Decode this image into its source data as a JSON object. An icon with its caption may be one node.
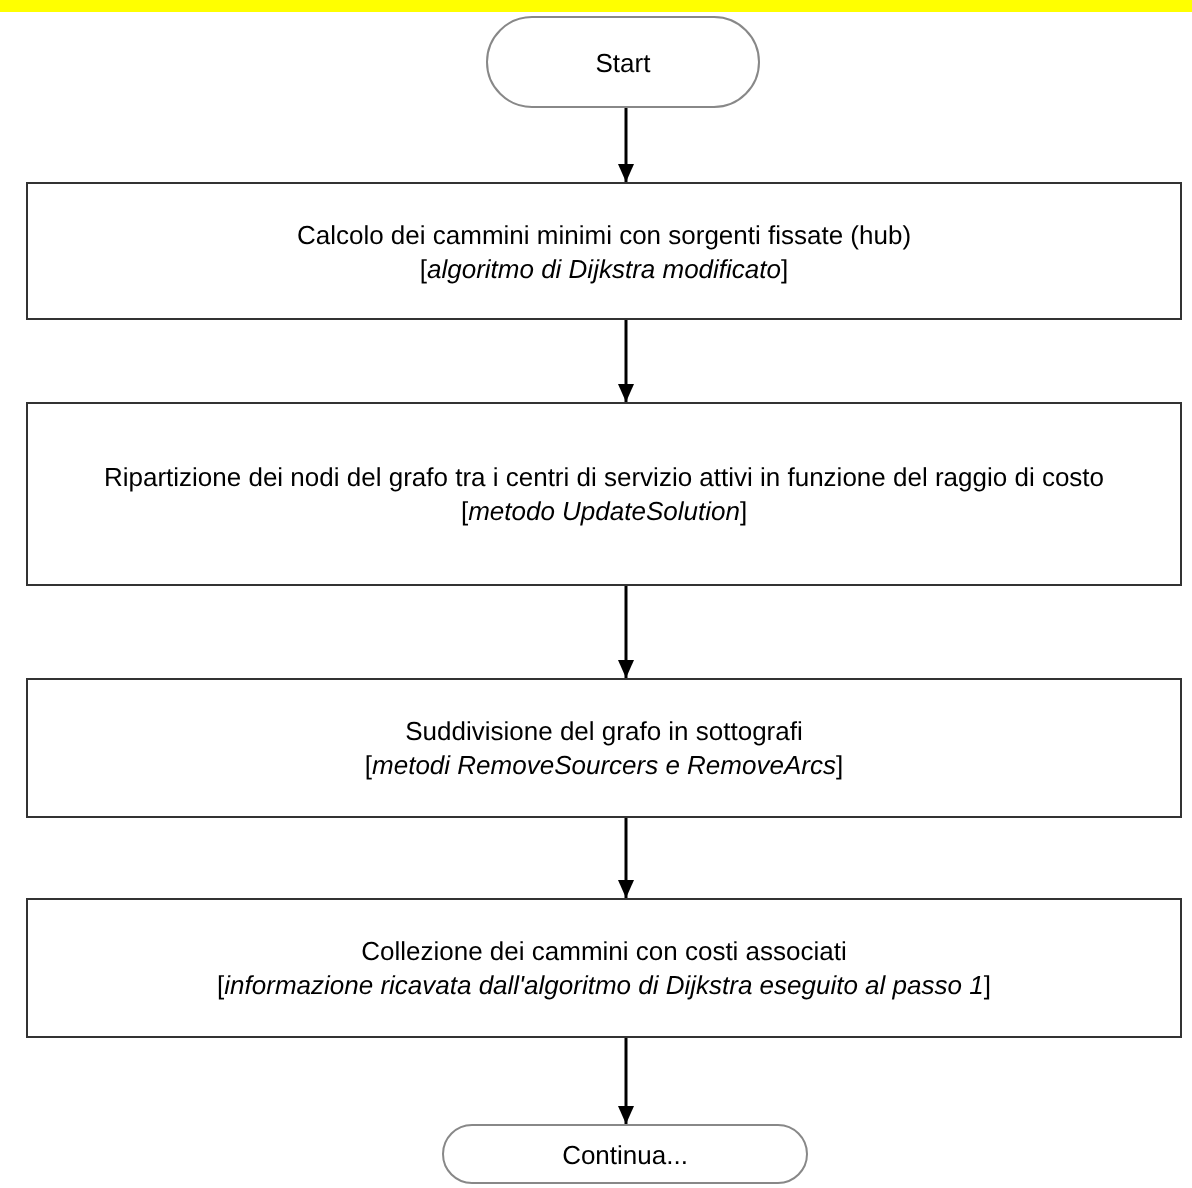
{
  "diagram": {
    "nodes": [
      {
        "text": [
          "Start"
        ]
      },
      {
        "text": [
          "Calcolo dei cammini minimi con sorgenti fissate (hub)",
          "[*algoritmo di Dijkstra modificato*]"
        ]
      },
      {
        "text": [
          "Ripartizione dei nodi del grafo tra i centri di servizio attivi in funzione del raggio di costo",
          "[*metodo UpdateSolution*]"
        ]
      },
      {
        "text": [
          "Suddivisione del grafo in sottografi",
          "[*metodi RemoveSourcers e RemoveArcs*]"
        ]
      },
      {
        "text": [
          "Collezione dei cammini con costi associati",
          "[*informazione ricavata dall'algoritmo di Dijkstra eseguito al passo 1*]"
        ]
      },
      {
        "text": [
          "Continua..."
        ]
      }
    ],
    "edges": [
      {
        "from": 0,
        "to": 1,
        "arrow": "to"
      },
      {
        "from": 1,
        "to": 2,
        "arrow": "to"
      },
      {
        "from": 2,
        "to": 3,
        "arrow": "to"
      },
      {
        "from": 3,
        "to": 4,
        "arrow": "to"
      },
      {
        "from": 4,
        "to": 5,
        "arrow": "to"
      }
    ]
  }
}
